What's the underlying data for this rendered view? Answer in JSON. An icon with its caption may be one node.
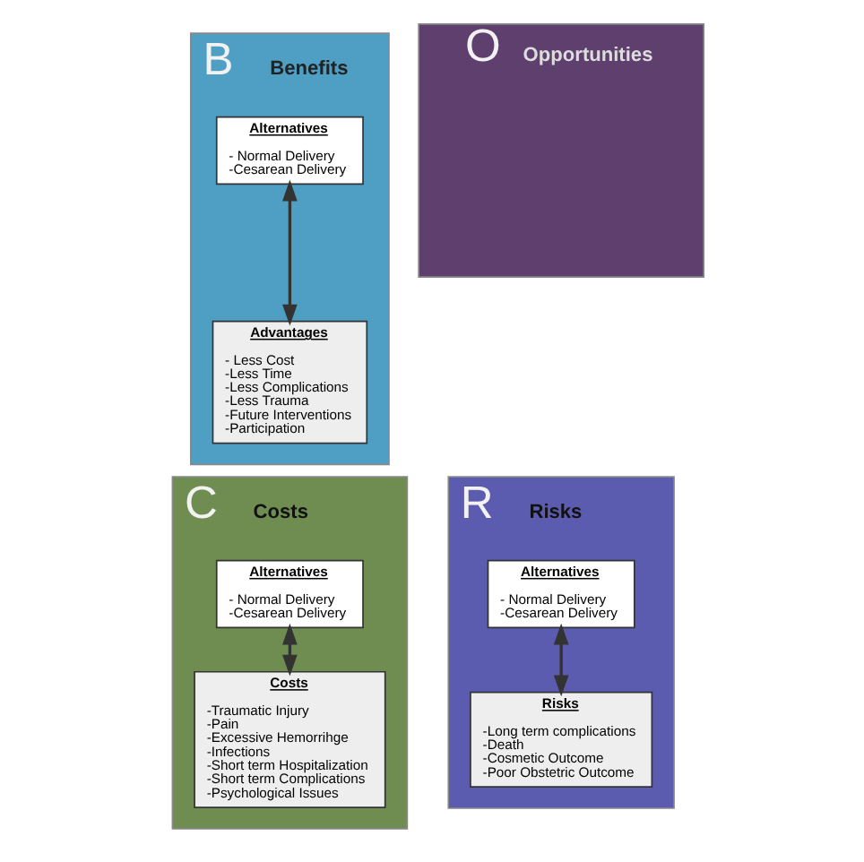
{
  "diagram": {
    "nodes": [
      {
        "text": [
          "B",
          "Benefits"
        ]
      },
      {
        "text": [
          "Alternatives",
          "- Normal Delivery",
          "-Cesarean Delivery"
        ],
        "in": 0
      },
      {
        "text": [
          "Advantages",
          "- Less Cost",
          "-Less Time",
          "-Less Complications",
          "-Less Trauma",
          "-Future Interventions",
          "-Participation"
        ],
        "in": 0
      },
      {
        "text": [
          "O",
          "Opportunities"
        ]
      },
      {
        "text": [
          "C",
          "Costs"
        ]
      },
      {
        "text": [
          "Alternatives",
          "- Normal Delivery",
          "-Cesarean Delivery"
        ],
        "in": 4
      },
      {
        "text": [
          "Costs",
          "-Traumatic Injury",
          "-Pain",
          "-Excessive Hemorrihge",
          "-Infections",
          "-Short term Hospitalization",
          "-Short term Complications",
          "-Psychological Issues"
        ],
        "in": 4
      },
      {
        "text": [
          "R",
          "Risks"
        ]
      },
      {
        "text": [
          "Alternatives",
          "- Normal Delivery",
          "-Cesarean Delivery"
        ],
        "in": 7
      },
      {
        "text": [
          "Risks",
          "-Long term complications",
          "-Death",
          "-Cosmetic Outcome",
          "-Poor Obstetric Outcome"
        ],
        "in": 7
      }
    ],
    "edges": [
      {
        "from": 1,
        "to": 2,
        "arrow": "both"
      },
      {
        "from": 5,
        "to": 6,
        "arrow": "both"
      },
      {
        "from": 8,
        "to": 9,
        "arrow": "both"
      }
    ]
  }
}
